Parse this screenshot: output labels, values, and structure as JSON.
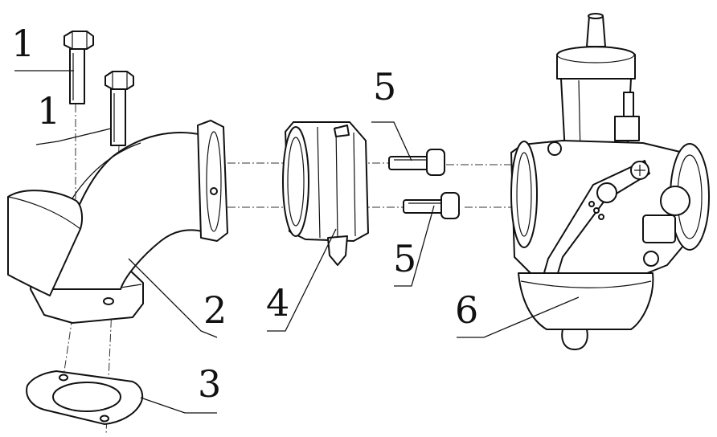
{
  "callouts": [
    {
      "id": "c1a",
      "label": "1"
    },
    {
      "id": "c1b",
      "label": "1"
    },
    {
      "id": "c2",
      "label": "2"
    },
    {
      "id": "c3",
      "label": "3"
    },
    {
      "id": "c4",
      "label": "4"
    },
    {
      "id": "c5a",
      "label": "5"
    },
    {
      "id": "c5b",
      "label": "5"
    },
    {
      "id": "c6",
      "label": "6"
    }
  ]
}
